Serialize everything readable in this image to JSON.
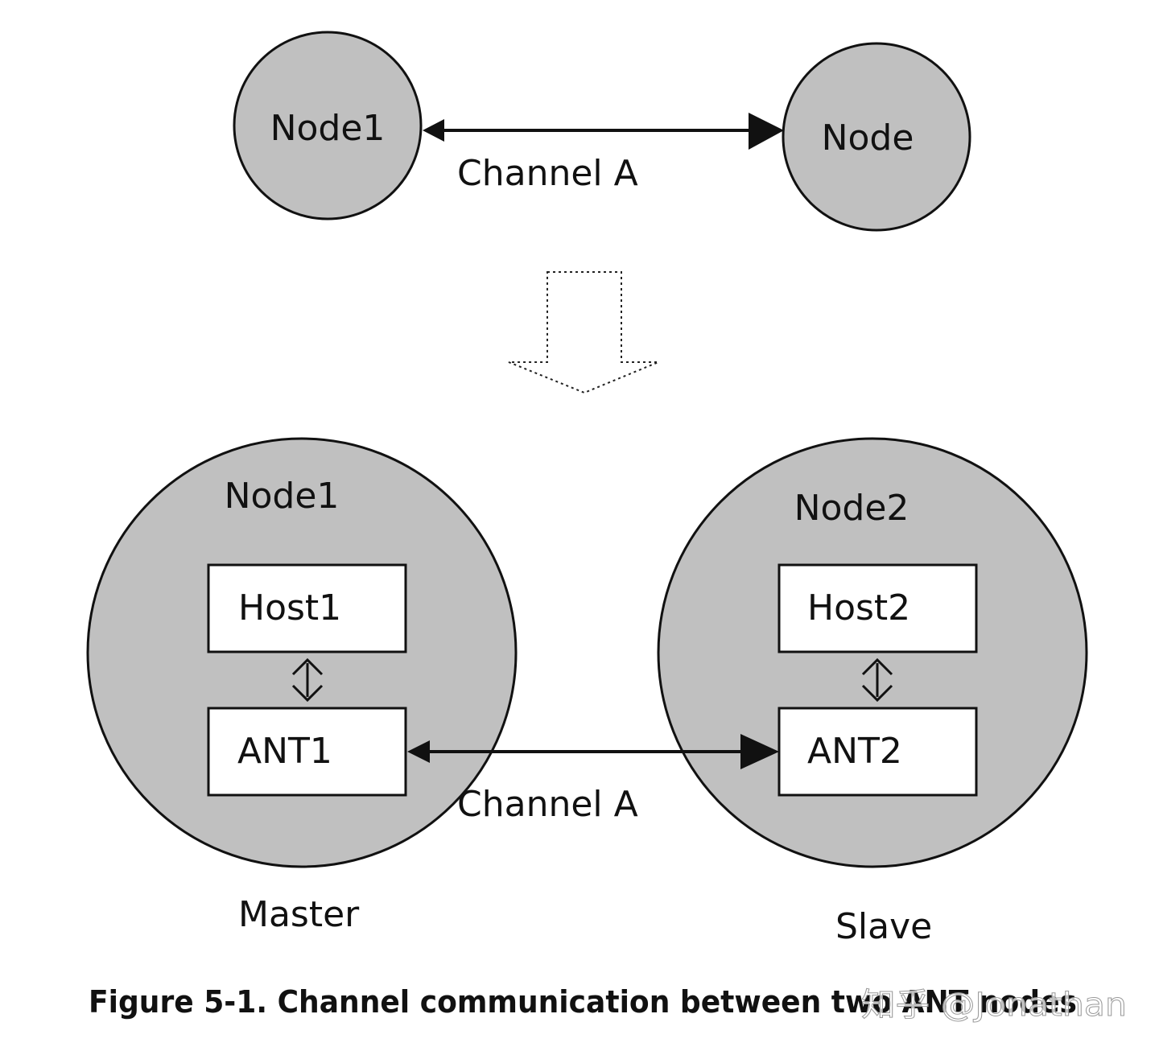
{
  "top": {
    "node_left_label": "Node1",
    "node_right_label": "Node",
    "channel_label": "Channel A"
  },
  "bottom": {
    "node1_label": "Node1",
    "node2_label": "Node2",
    "host1_label": "Host1",
    "host2_label": "Host2",
    "ant1_label": "ANT1",
    "ant2_label": "ANT2",
    "channel_label": "Channel A",
    "master_label": "Master",
    "slave_label": "Slave"
  },
  "caption": "Figure 5-1. Channel communication between two ANT nodes",
  "watermark": "知乎 @Jonathan",
  "colors": {
    "node_fill": "#c0c0c0",
    "stroke": "#111111",
    "box_fill": "#ffffff"
  }
}
